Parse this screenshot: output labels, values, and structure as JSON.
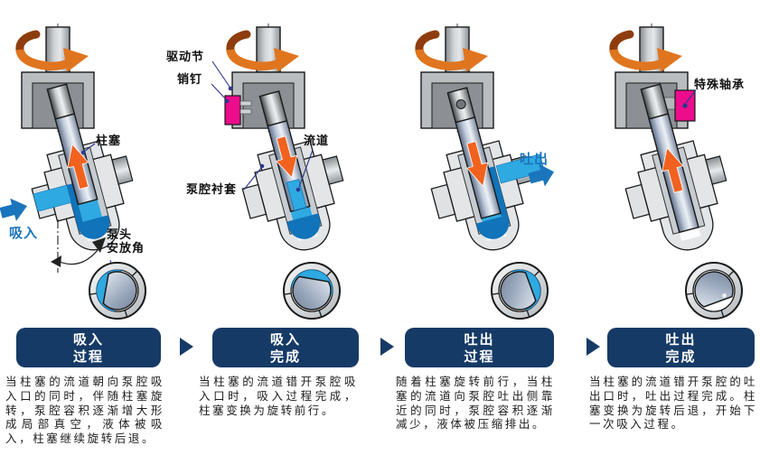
{
  "figure": {
    "subject": "柱塞泵工作过程示意图",
    "background": "#ffffff"
  },
  "colors": {
    "navy_title": "#163A66",
    "blue_liquid": "#2FA9E1",
    "blue_dark": "#1173B9",
    "blue_text": "#1B75BC",
    "orange_arrow": "#E0751F",
    "orange_plunger_arrow": "#F2621F",
    "magenta_part": "#EC0C8C",
    "leader_line": "#2b3990"
  },
  "stages": [
    {
      "title_line1": "吸入",
      "title_line2": "过程",
      "description": "当柱塞的流道朝向泵腔吸入口的同时，伴随柱塞旋转，泵腔容积逐渐增大形成局部真空，液体被吸入，柱塞继续旋转后退。",
      "labels": {
        "plunger": "柱塞",
        "suction": "吸入",
        "angle_line1": "泵头",
        "angle_line2": "安放角"
      }
    },
    {
      "title_line1": "吸入",
      "title_line2": "完成",
      "description": "当柱塞的流道错开泵腔吸入口时，吸入过程完成，柱塞变换为旋转前行。",
      "labels": {
        "drive_joint": "驱动节",
        "pin": "销钉",
        "flow_channel": "流道",
        "chamber_liner": "泵腔衬套"
      }
    },
    {
      "title_line1": "吐出",
      "title_line2": "过程",
      "description": "随着柱塞旋转前行，当柱塞的流道向泵腔吐出侧靠近的同时，泵腔容积逐渐减少，液体被压缩排出。",
      "labels": {
        "discharge": "吐出"
      }
    },
    {
      "title_line1": "吐出",
      "title_line2": "完成",
      "description": "当柱塞的流道错开泵腔的吐出口时，吐出过程完成。柱塞变换为旋转后退，开始下一次吸入过程。",
      "labels": {
        "special_bearing": "特殊轴承"
      }
    }
  ]
}
